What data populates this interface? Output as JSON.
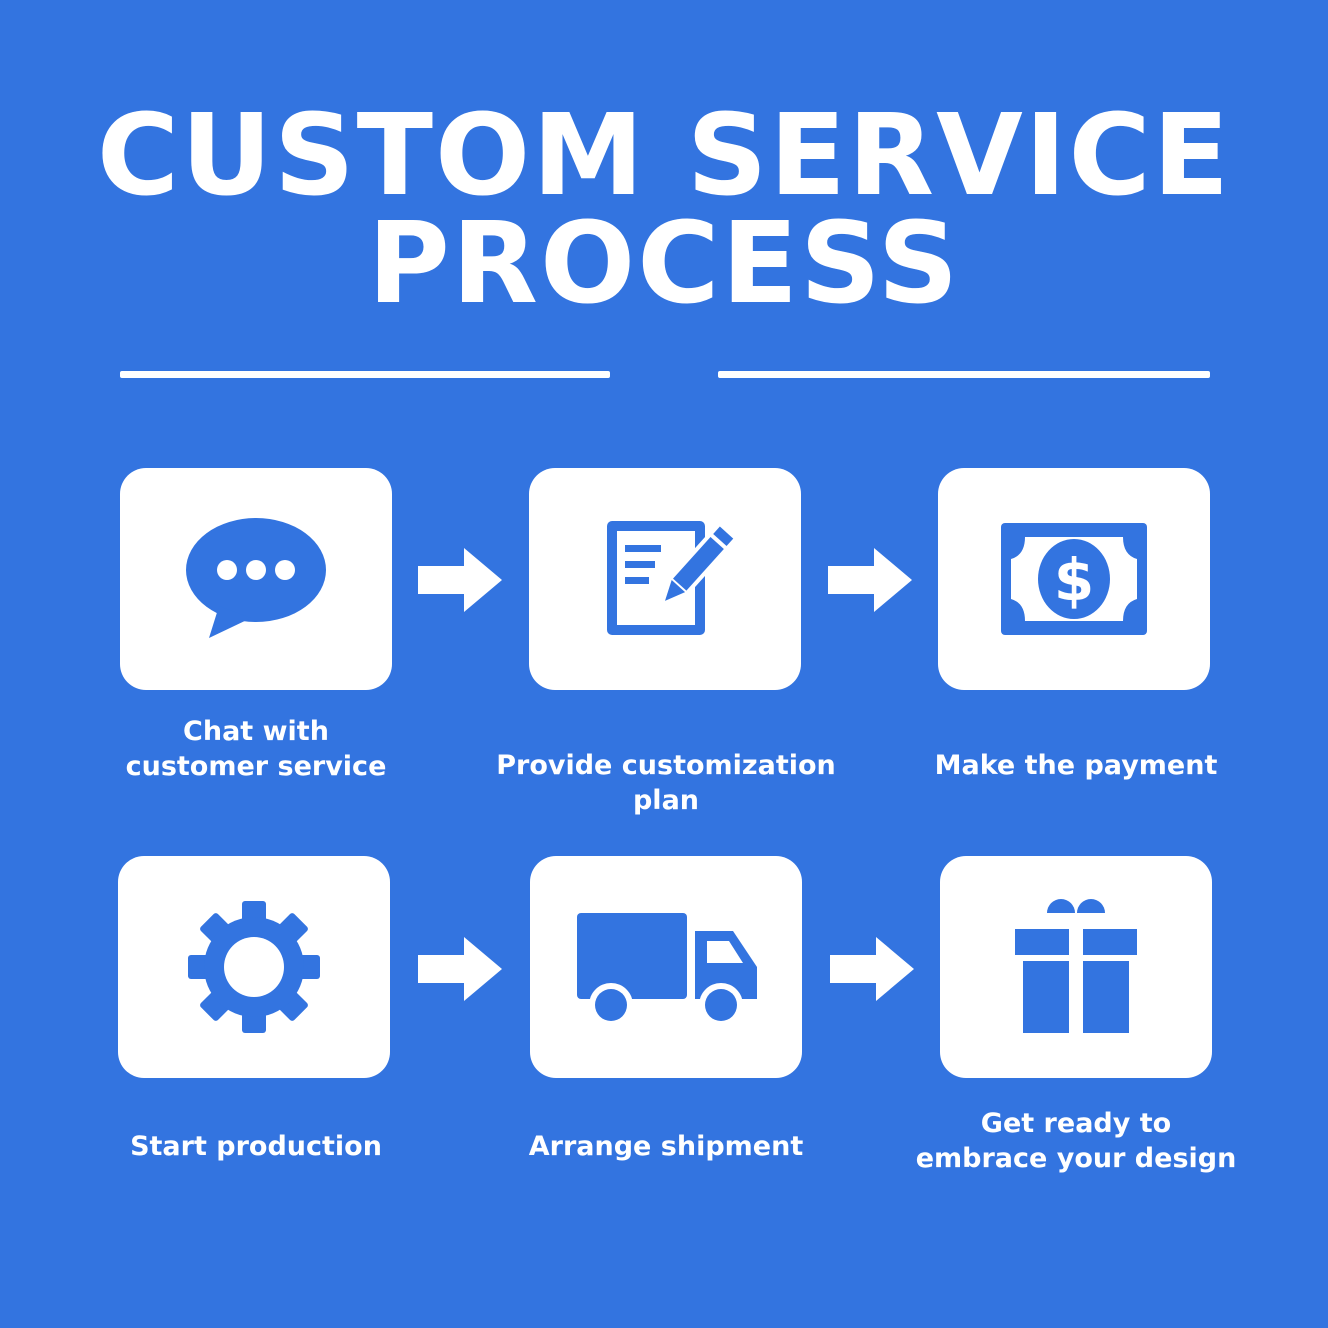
{
  "title": {
    "line1": "CUSTOM SERVICE",
    "line2": "PROCESS"
  },
  "colors": {
    "background": "#3374e0",
    "card": "#ffffff",
    "icon": "#3374e0",
    "text": "#ffffff"
  },
  "steps": [
    {
      "label_line1": "Chat with",
      "label_line2": "customer service",
      "icon": "chat-bubble-icon"
    },
    {
      "label_line1": "Provide customization plan",
      "label_line2": "",
      "icon": "document-pencil-icon"
    },
    {
      "label_line1": "Make the payment",
      "label_line2": "",
      "icon": "money-bill-icon"
    },
    {
      "label_line1": "Start production",
      "label_line2": "",
      "icon": "gear-icon"
    },
    {
      "label_line1": "Arrange shipment",
      "label_line2": "",
      "icon": "truck-icon"
    },
    {
      "label_line1": "Get ready to",
      "label_line2": "embrace your design",
      "icon": "gift-icon"
    }
  ]
}
